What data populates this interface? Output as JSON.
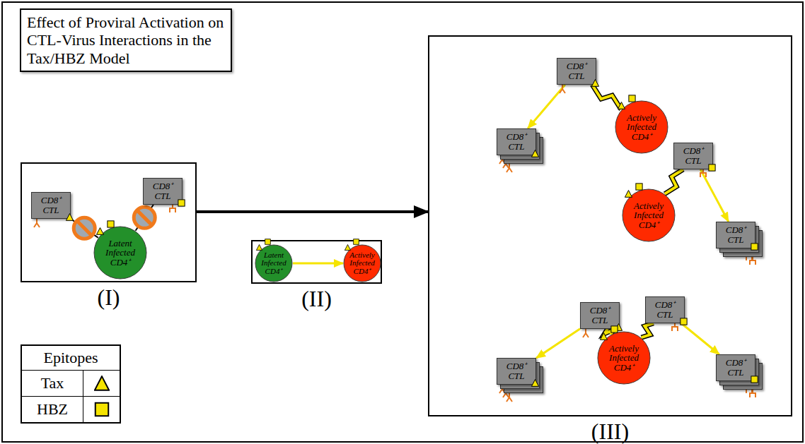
{
  "diagram": {
    "nodes": [
      {
        "text": [
          "Effect of Proviral Activation on CTL-Virus Interactions in the Tax/HBZ Model"
        ]
      },
      {
        "text": [
          "(I)"
        ]
      },
      {
        "text": [
          "CD8⁺ CTL"
        ],
        "in": 1
      },
      {
        "text": [
          "CD8⁺ CTL"
        ],
        "in": 1
      },
      {
        "text": [
          "Latent Infected CD4⁺"
        ],
        "in": 1
      },
      {
        "text": [
          "(II)"
        ]
      },
      {
        "text": [
          "Latent Infected CD4⁺"
        ],
        "in": 5
      },
      {
        "text": [
          "Actively Infected CD4⁺"
        ],
        "in": 5
      },
      {
        "text": [
          "(III)"
        ]
      },
      {
        "text": [
          "CD8⁺ CTL"
        ],
        "in": 8
      },
      {
        "text": [
          "CD8⁺ CTL"
        ],
        "in": 8
      },
      {
        "text": [
          "Actively Infected CD4⁺"
        ],
        "in": 8
      },
      {
        "text": [
          "CD8⁺ CTL"
        ],
        "in": 8
      },
      {
        "text": [
          "Actively Infected CD4⁺"
        ],
        "in": 8
      },
      {
        "text": [
          "CD8⁺ CTL"
        ],
        "in": 8
      },
      {
        "text": [
          "CD8⁺ CTL"
        ],
        "in": 8
      },
      {
        "text": [
          "CD8⁺ CTL"
        ],
        "in": 8
      },
      {
        "text": [
          "Actively Infected CD4⁺"
        ],
        "in": 8
      },
      {
        "text": [
          "CD8⁺ CTL"
        ],
        "in": 8
      },
      {
        "text": [
          "CD8⁺ CTL"
        ],
        "in": 8
      }
    ],
    "edges": [
      {
        "from": 1,
        "to": 8,
        "arrow": "to"
      },
      {
        "from": 2,
        "to": 4,
        "arrow": "none"
      },
      {
        "from": 3,
        "to": 4,
        "arrow": "none"
      },
      {
        "from": 6,
        "to": 7,
        "arrow": "to"
      },
      {
        "from": 9,
        "to": 10,
        "arrow": "to"
      },
      {
        "from": 9,
        "to": 11,
        "arrow": "none"
      },
      {
        "from": 12,
        "to": 13,
        "arrow": "none"
      },
      {
        "from": 12,
        "to": 14,
        "arrow": "to"
      },
      {
        "from": 15,
        "to": 18,
        "arrow": "to"
      },
      {
        "from": 15,
        "to": 17,
        "arrow": "none"
      },
      {
        "from": 16,
        "to": 17,
        "arrow": "none"
      },
      {
        "from": 16,
        "to": 19,
        "arrow": "to"
      }
    ],
    "labels": [
      "Epitopes"
    ],
    "legend": [
      {
        "text": "Tax"
      },
      {
        "text": "HBZ"
      }
    ]
  }
}
